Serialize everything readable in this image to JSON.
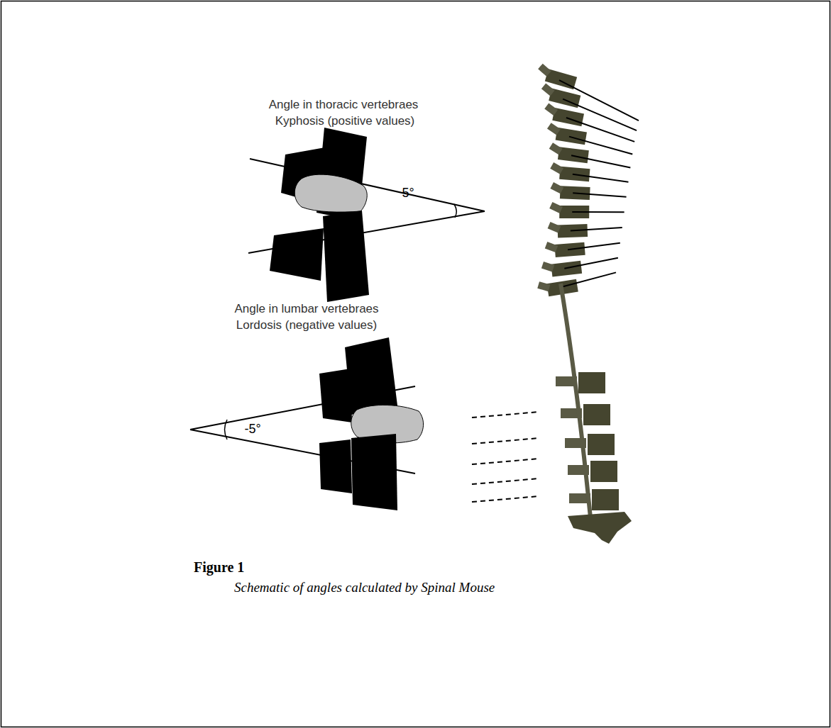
{
  "diagram": {
    "title": "Figure 1",
    "caption": "Schematic of angles calculated by Spinal Mouse",
    "labels": [
      "Angle in thoracic vertebraes",
      "Kyphosis (positive values)",
      "5°",
      "Angle in lumbar vertebraes",
      "Lordosis (negative values)",
      "-5°"
    ]
  }
}
